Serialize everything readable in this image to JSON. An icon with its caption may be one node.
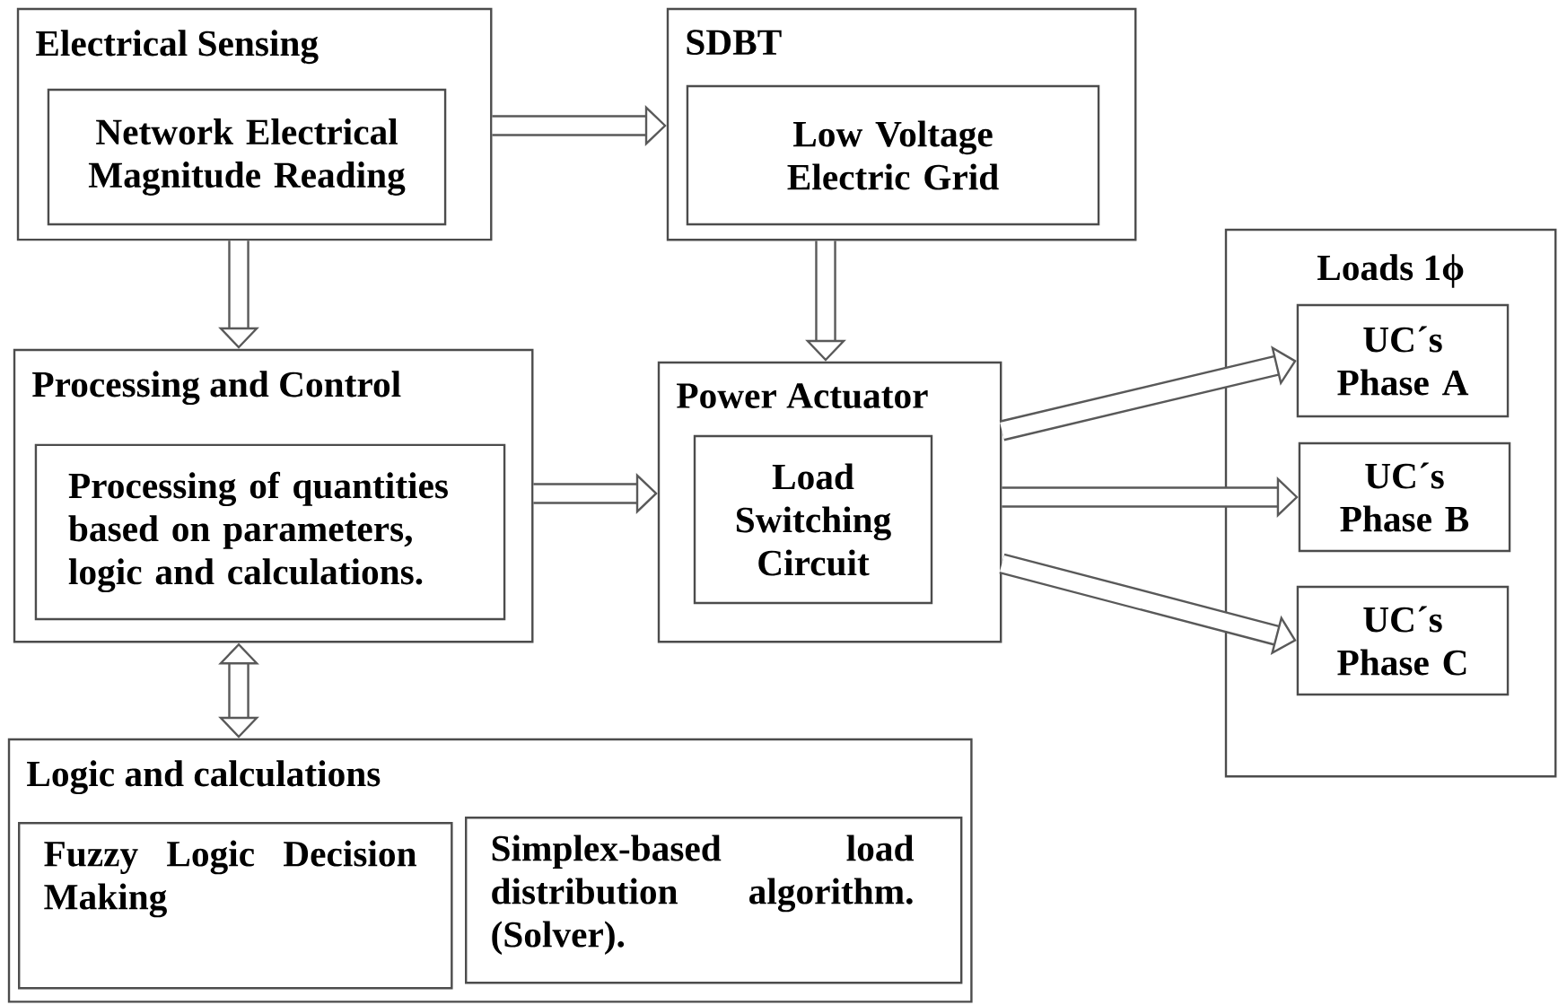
{
  "diagram": {
    "nodes": [
      {
        "text": [
          "Electrical Sensing"
        ]
      },
      {
        "text": [
          "Network Electrical Magnitude Reading"
        ],
        "in": 0
      },
      {
        "text": [
          "SDBT"
        ]
      },
      {
        "text": [
          "Low Voltage Electric Grid"
        ],
        "in": 2
      },
      {
        "text": [
          "Processing and Control"
        ]
      },
      {
        "text": [
          "Processing of quantities based on parameters, logic and calculations."
        ],
        "in": 4
      },
      {
        "text": [
          "Power Actuator"
        ]
      },
      {
        "text": [
          "Load Switching Circuit"
        ],
        "in": 6
      },
      {
        "text": [
          "Loads 1ϕ"
        ]
      },
      {
        "text": [
          "UC´s Phase A"
        ],
        "in": 8
      },
      {
        "text": [
          "UC´s Phase B"
        ],
        "in": 8
      },
      {
        "text": [
          "UC´s Phase C"
        ],
        "in": 8
      },
      {
        "text": [
          "Logic and calculations"
        ]
      },
      {
        "text": [
          "Fuzzy Logic Decision Making"
        ],
        "in": 12
      },
      {
        "text": [
          "Simplex-based load distribution algorithm. (Solver)."
        ],
        "in": 12
      }
    ],
    "edges": [
      {
        "from": 0,
        "to": 2,
        "arrow": "to"
      },
      {
        "from": 0,
        "to": 4,
        "arrow": "to"
      },
      {
        "from": 2,
        "to": 6,
        "arrow": "to"
      },
      {
        "from": 4,
        "to": 6,
        "arrow": "to"
      },
      {
        "from": 4,
        "to": 12,
        "arrow": "both"
      },
      {
        "from": 6,
        "to": 9,
        "arrow": "to"
      },
      {
        "from": 6,
        "to": 10,
        "arrow": "to"
      },
      {
        "from": 6,
        "to": 11,
        "arrow": "to"
      }
    ]
  }
}
